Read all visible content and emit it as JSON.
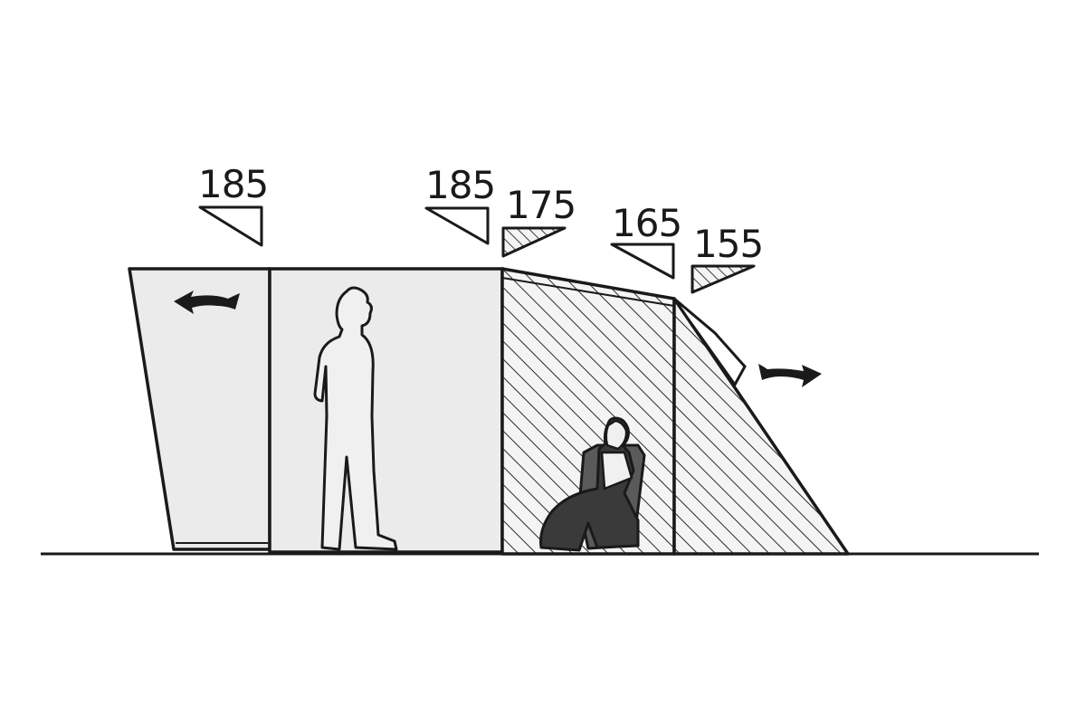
{
  "heights": [
    {
      "id": "front-left",
      "value": "185"
    },
    {
      "id": "front-right",
      "value": "185"
    },
    {
      "id": "annex-front",
      "value": "175"
    },
    {
      "id": "annex-mid",
      "value": "165"
    },
    {
      "id": "annex-back",
      "value": "155"
    }
  ],
  "colors": {
    "stroke": "#1a1a1a",
    "fill_light": "#ebebeb",
    "hatch": "#2a2a2a",
    "person_dark": "#3a3a3a",
    "person_mid": "#5a5a5a"
  }
}
